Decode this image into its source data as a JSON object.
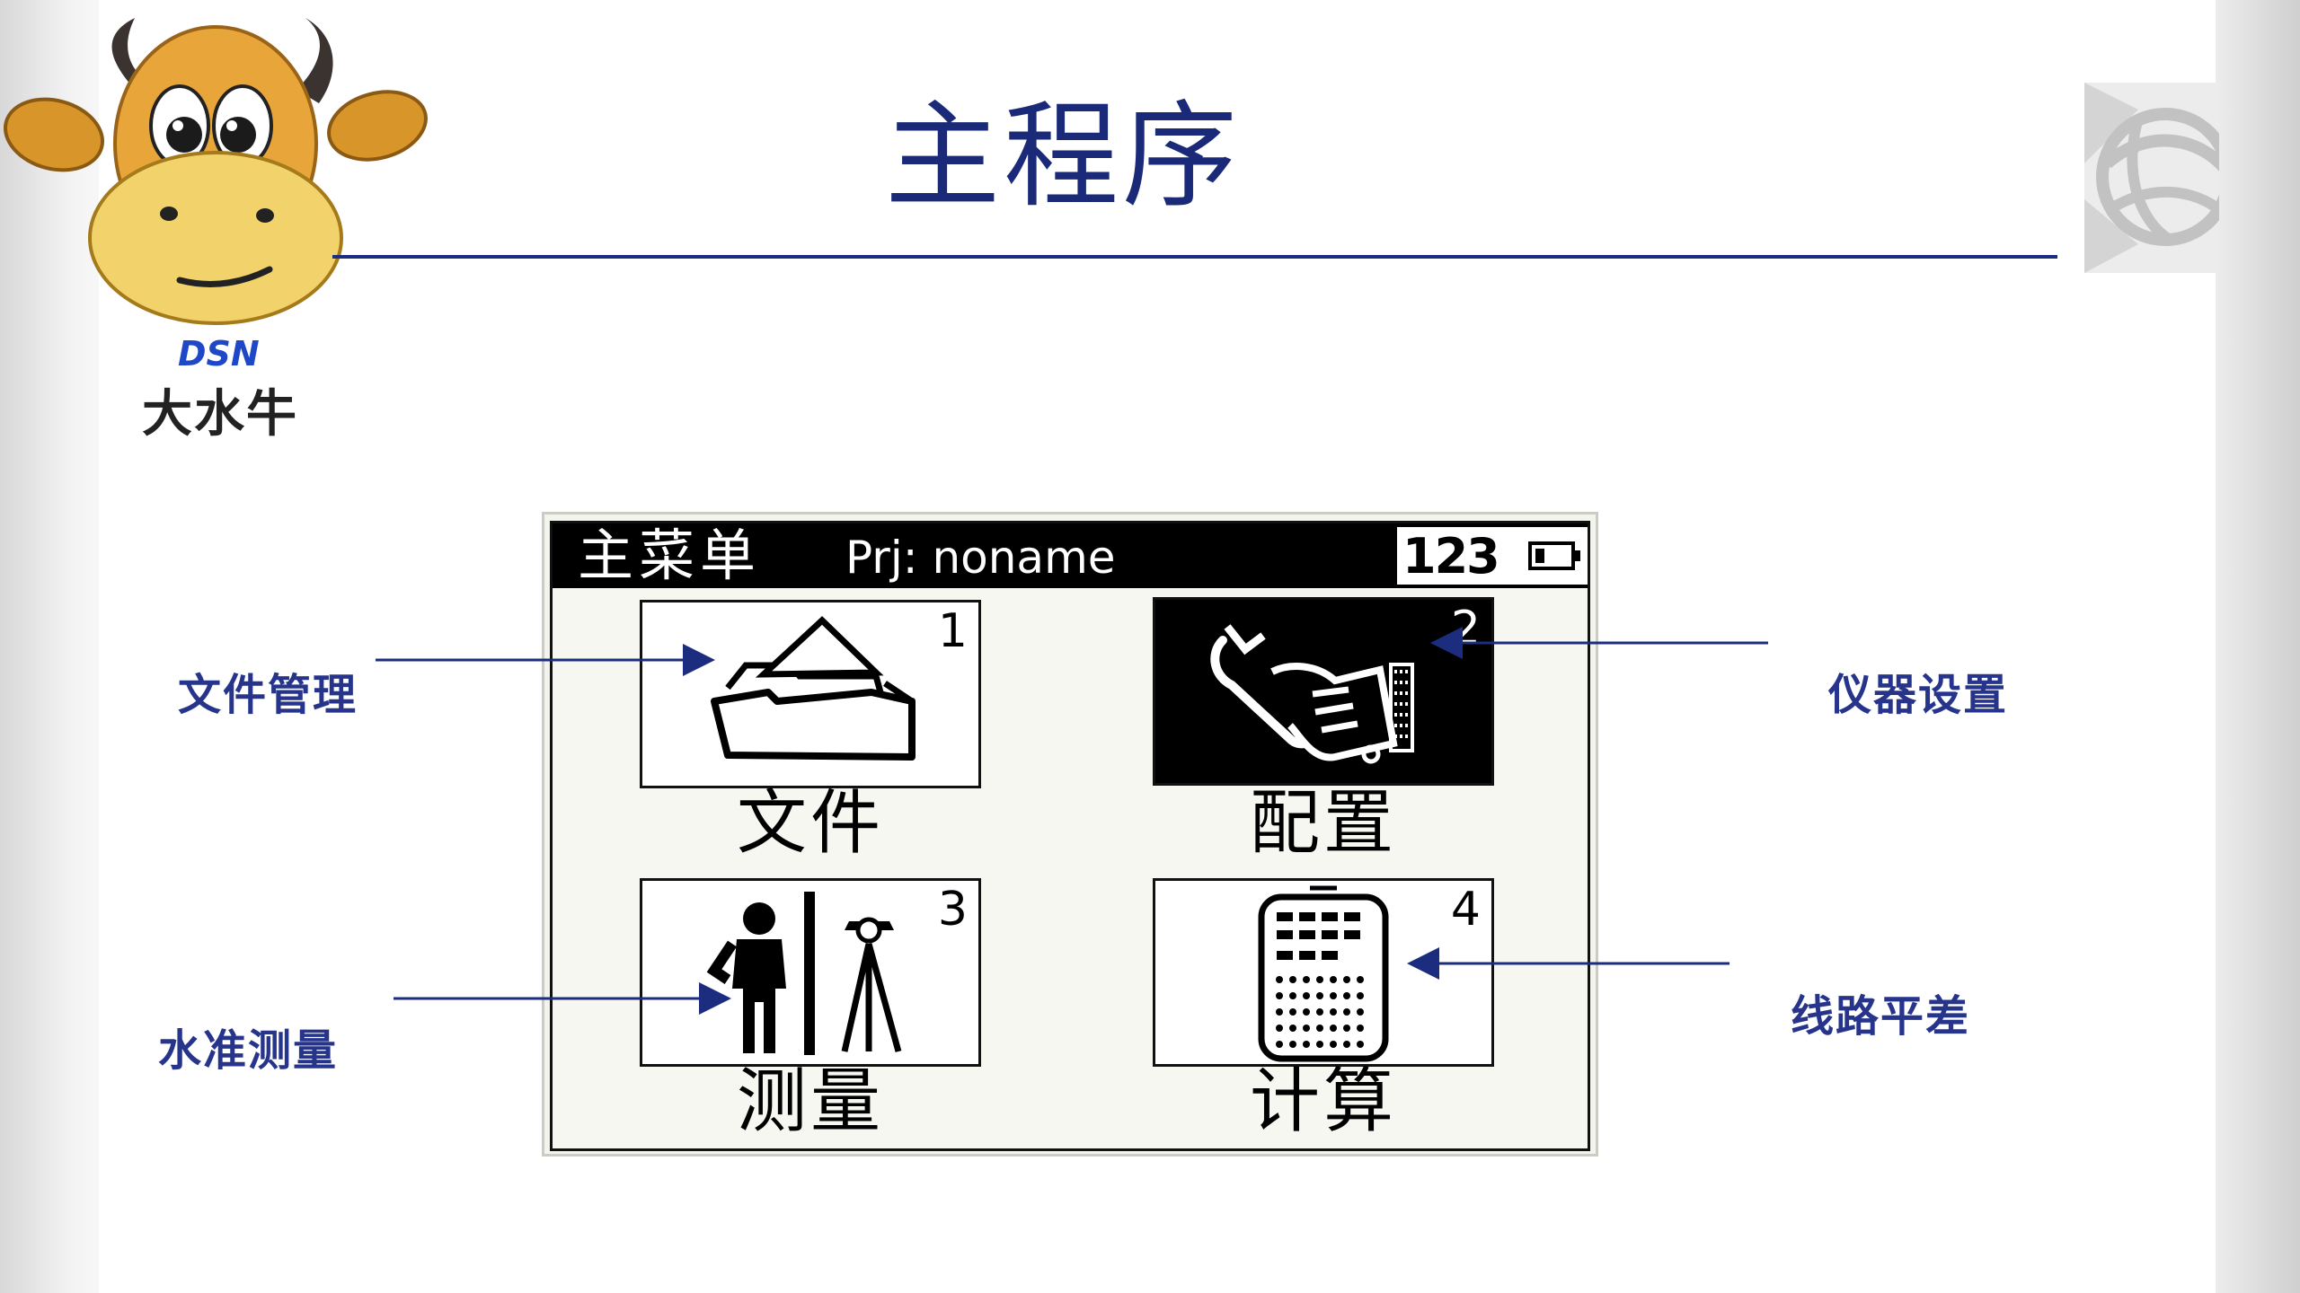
{
  "slide": {
    "title": "主程序"
  },
  "brand": {
    "code": "DSN",
    "name": "大水牛"
  },
  "device": {
    "header": {
      "menu_title": "主菜单",
      "project": "Prj: noname",
      "input_mode": "123"
    },
    "tiles": [
      {
        "number": "1",
        "label": "文件"
      },
      {
        "number": "2",
        "label": "配置"
      },
      {
        "number": "3",
        "label": "测量"
      },
      {
        "number": "4",
        "label": "计算"
      }
    ]
  },
  "annotations": {
    "file": "文件管理",
    "config": "仪器设置",
    "measure": "水准测量",
    "compute": "线路平差"
  },
  "colors": {
    "title": "#1a2a78",
    "rule": "#1c2c7e",
    "annotation": "#26348c",
    "brand_code": "#1f48c8"
  },
  "icons": [
    "folder-icon",
    "wrench-hand-icon",
    "surveyor-tripod-icon",
    "calculator-icon",
    "battery-icon",
    "globe-logo-icon"
  ]
}
